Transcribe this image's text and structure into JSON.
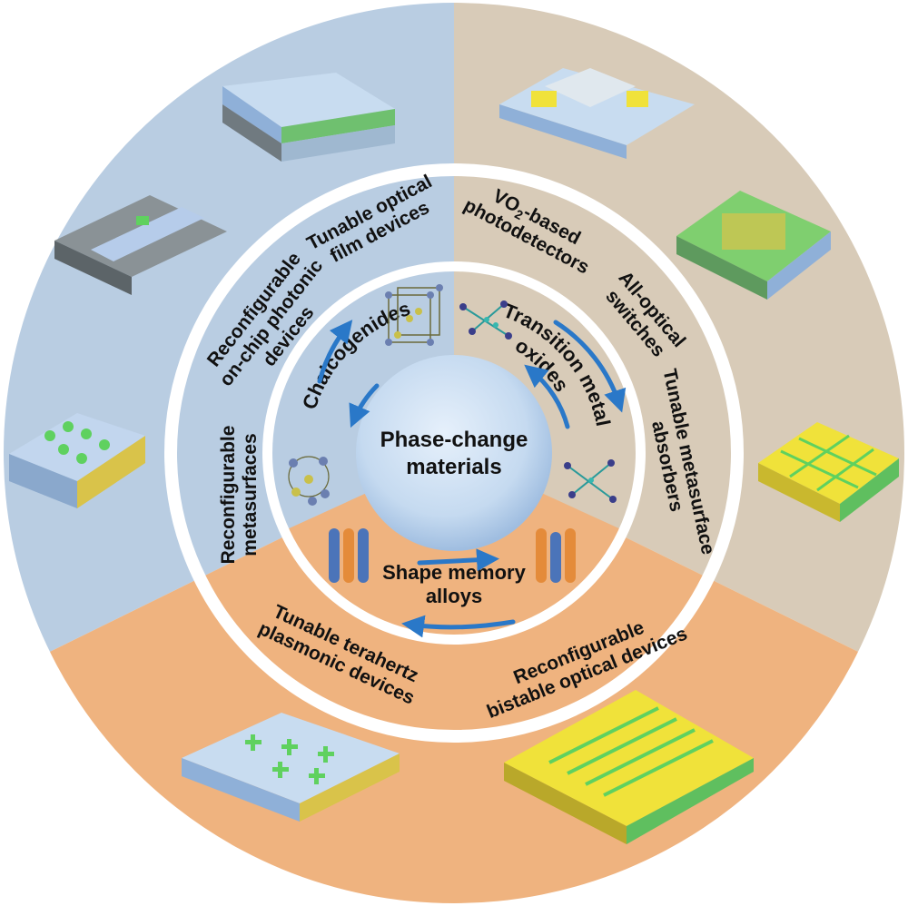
{
  "center": {
    "line1": "Phase-change",
    "line2": "materials"
  },
  "materials": {
    "chalcogenides": "Chalcogenides",
    "tmo_line1": "Transition metal",
    "tmo_line2": "oxides",
    "sma_line1": "Shape memory",
    "sma_line2": "alloys"
  },
  "devices": {
    "tunable_optical_line1": "Tunable optical",
    "tunable_optical_line2": "film devices",
    "onchip_line1": "Reconfigurable",
    "onchip_line2": "on-chip photonic",
    "onchip_line3": "devices",
    "metasurfaces_line1": "Reconfigurable",
    "metasurfaces_line2": "metasurfaces",
    "vo2_line1": "VO",
    "vo2_sub": "2",
    "vo2_line1_rest": "-based",
    "vo2_line2": "photodetectors",
    "alloptical_line1": "All-optical",
    "alloptical_line2": "switches",
    "absorbers_line1": "Tunable metasurface",
    "absorbers_line2": "absorbers",
    "thz_line1": "Tunable terahertz",
    "thz_line2": "plasmonic devices",
    "bistable_line1": "Reconfigurable",
    "bistable_line2": "bistable optical devices"
  },
  "colors": {
    "blue_sector": "#b9cde2",
    "tan_sector": "#d8cbb8",
    "orange_sector": "#efb37f",
    "arrow_blue": "#2a78c8",
    "ring_white": "#ffffff"
  }
}
